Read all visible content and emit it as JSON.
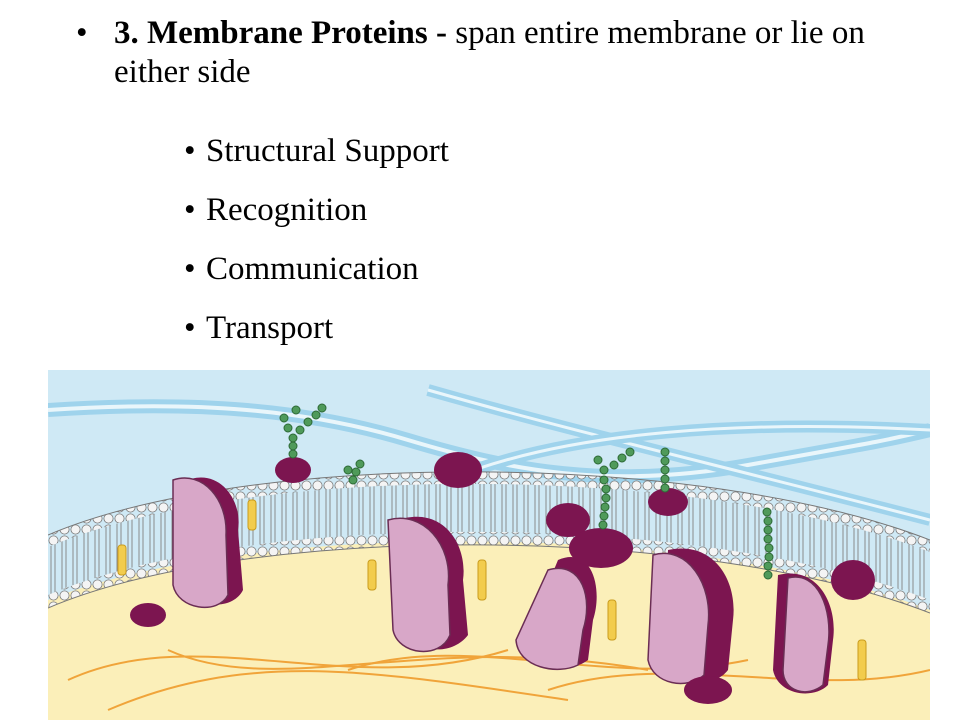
{
  "slide": {
    "heading_number": "3.",
    "heading_bold": "Membrane Proteins -",
    "heading_rest": "span entire membrane or lie on either side",
    "bullet_char": "•",
    "sub_items": [
      "Structural Support",
      "Recognition",
      "Communication",
      "Transport"
    ]
  },
  "illustration": {
    "subject": "cell-membrane-with-proteins",
    "colors": {
      "extracellular": "#cfe9f5",
      "fiber": "#9fd3ec",
      "bilayer_head": "#f4f4f4",
      "protein_pink": "#d8a7c8",
      "protein_purple": "#7c1550",
      "carbohydrate": "#4f9a5a",
      "cholesterol": "#f2cc4d",
      "cytoplasm": "#fbefb9",
      "cytoskeleton": "#f0a43a"
    }
  }
}
